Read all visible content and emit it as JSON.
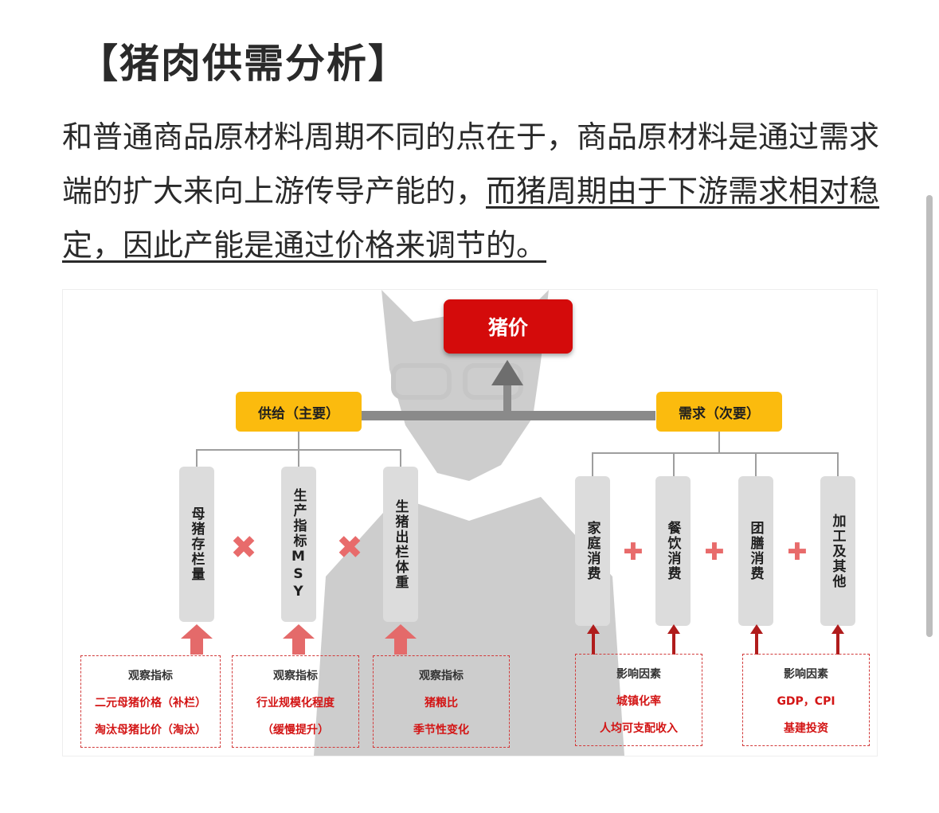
{
  "title": "【猪肉供需分析】",
  "paragraph": {
    "plain": "和普通商品原材料周期不同的点在于，商品原材料是通过需求端的扩大来向上游传导产能的，",
    "underlined": "而猪周期由于下游需求相对稳定，因此产能是通过价格来调节的。"
  },
  "diagram": {
    "top": "猪价",
    "supply": "供给（主要）",
    "demand": "需求（次要）",
    "supply_items": [
      "母猪存栏量",
      "生产指标MSY",
      "生猪出栏体重"
    ],
    "demand_items": [
      "家庭消费",
      "餐饮消费",
      "团膳消费",
      "加工及其他"
    ],
    "times_symbol": "✖",
    "plus_symbol": "✚",
    "factor_boxes": [
      {
        "title": "观察指标",
        "lines": [
          "二元母猪价格（补栏）",
          "淘汰母猪比价（淘汰）"
        ]
      },
      {
        "title": "观察指标",
        "lines": [
          "行业规模化程度",
          "（缓慢提升）"
        ]
      },
      {
        "title": "观察指标",
        "lines": [
          "猪粮比",
          "季节性变化"
        ]
      },
      {
        "title": "影响因素",
        "lines": [
          "城镇化率",
          "人均可支配收入"
        ]
      },
      {
        "title": "影响因素",
        "lines": [
          "GDP，CPI",
          "基建投资"
        ]
      }
    ],
    "colors": {
      "red": "#d40b0b",
      "yellow": "#fbbb0e",
      "gray": "#dcdcdc",
      "dash": "#d23a3a"
    }
  }
}
